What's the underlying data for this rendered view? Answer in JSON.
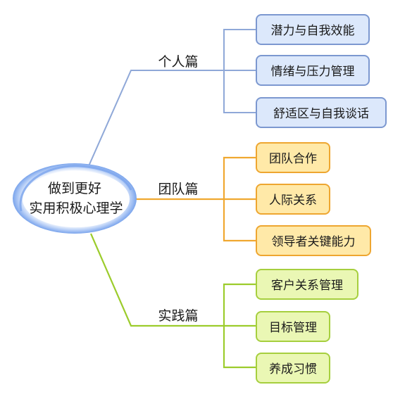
{
  "center": {
    "line1": "做到更好",
    "line2": "实用积极心理学"
  },
  "branches": [
    {
      "label": "个人篇",
      "items": [
        "潜力与自我效能",
        "情绪与压力管理",
        "舒适区与自我谈话"
      ]
    },
    {
      "label": "团队篇",
      "items": [
        "团队合作",
        "人际关系",
        "领导者关键能力"
      ]
    },
    {
      "label": "实践篇",
      "items": [
        "客户关系管理",
        "目标管理",
        "养成习惯"
      ]
    }
  ],
  "colors": {
    "blue_line": "#8fa8d8",
    "blue_fill": "#dce8fb",
    "blue_stroke": "#7c98d0",
    "orange_line": "#f0a830",
    "orange_fill": "#ffe9a8",
    "orange_stroke": "#eea630",
    "green_line": "#9ccc2c",
    "green_fill": "#eaf7b4",
    "green_stroke": "#a6cf3e",
    "center_ring": "#7aa4ec"
  }
}
